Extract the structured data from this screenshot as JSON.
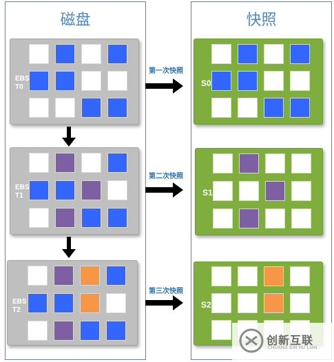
{
  "colors": {
    "white": "#ffffff",
    "blue": "#3366ff",
    "purple": "#7e5fa3",
    "orange": "#f79646",
    "disk_bg": "#bfbfbf",
    "snap_bg": "#7fae3f",
    "title": "#4f86c6",
    "arrow_label": "#2e75b6"
  },
  "disk_panel": {
    "title": "磁盘"
  },
  "snapshot_panel": {
    "title": "快照"
  },
  "disk_blocks": [
    {
      "label": "EBS\nT0",
      "cells": [
        "W",
        "B",
        "W",
        "B",
        "B",
        "B",
        "W",
        "W",
        "W",
        "W",
        "B",
        "B"
      ]
    },
    {
      "label": "EBS\nT1",
      "cells": [
        "W",
        "P",
        "W",
        "B",
        "B",
        "B",
        "P",
        "W",
        "W",
        "P",
        "B",
        "B"
      ]
    },
    {
      "label": "EBS\nT2",
      "cells": [
        "W",
        "P",
        "O",
        "B",
        "B",
        "B",
        "O",
        "W",
        "W",
        "P",
        "B",
        "B"
      ]
    }
  ],
  "snapshot_blocks": [
    {
      "label": "S0",
      "cells": [
        "W",
        "B",
        "W",
        "B",
        "B",
        "B",
        "W",
        "W",
        "W",
        "W",
        "B",
        "B"
      ]
    },
    {
      "label": "S1",
      "cells": [
        "W",
        "P",
        "W",
        "W",
        "W",
        "W",
        "P",
        "W",
        "W",
        "P",
        "W",
        "W"
      ]
    },
    {
      "label": "S2",
      "cells": [
        "W",
        "W",
        "O",
        "W",
        "W",
        "W",
        "O",
        "W",
        "W",
        "W",
        "W",
        "W"
      ]
    }
  ],
  "arrows": [
    {
      "label": "第一次快照"
    },
    {
      "label": "第二次快照"
    },
    {
      "label": "第三次快照"
    }
  ],
  "watermark": {
    "icon": "logo-icon",
    "text": "创新互联",
    "subtext": "CHUANG XIN HU LIAN"
  }
}
